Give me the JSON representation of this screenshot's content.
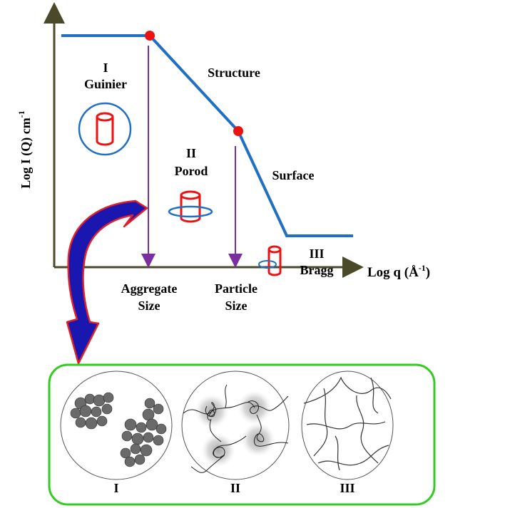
{
  "axes": {
    "y_label": "Log I (Q) cm",
    "y_label_sup": "-1",
    "x_label_prefix": "Log q (Å",
    "x_label_sup": "-1",
    "x_label_suffix": ")"
  },
  "regions": {
    "guinier": {
      "numeral": "I",
      "name": "Guinier"
    },
    "porod": {
      "numeral": "II",
      "name": "Porod"
    },
    "bragg": {
      "numeral": "III",
      "name": "Bragg"
    }
  },
  "segments": {
    "structure": "Structure",
    "surface": "Surface"
  },
  "markers": {
    "aggregate": {
      "line1": "Aggregate",
      "line2": "Size"
    },
    "particle": {
      "line1": "Particle",
      "line2": "Size"
    }
  },
  "panels": {
    "labels": [
      "I",
      "II",
      "III"
    ]
  },
  "colors": {
    "curve": "#1f6fc4",
    "point": "#ee1111",
    "marker_line": "#7a2fa0",
    "axis": "#4a4a2a",
    "cylinder": "#ee1111",
    "ring": "#1f6fc4",
    "arrow_fill": "#1a16b0",
    "arrow_stroke": "#e0202a",
    "panel_border": "#33cc22"
  },
  "icons": {
    "axis_arrow": "arrowhead",
    "guinier_icon": "cylinder-in-circle-icon",
    "porod_icon": "cylinder-with-ring-icon",
    "bragg_icon": "small-cylinder-with-ring-icon",
    "transition_arrow": "curved-arrow-icon"
  }
}
